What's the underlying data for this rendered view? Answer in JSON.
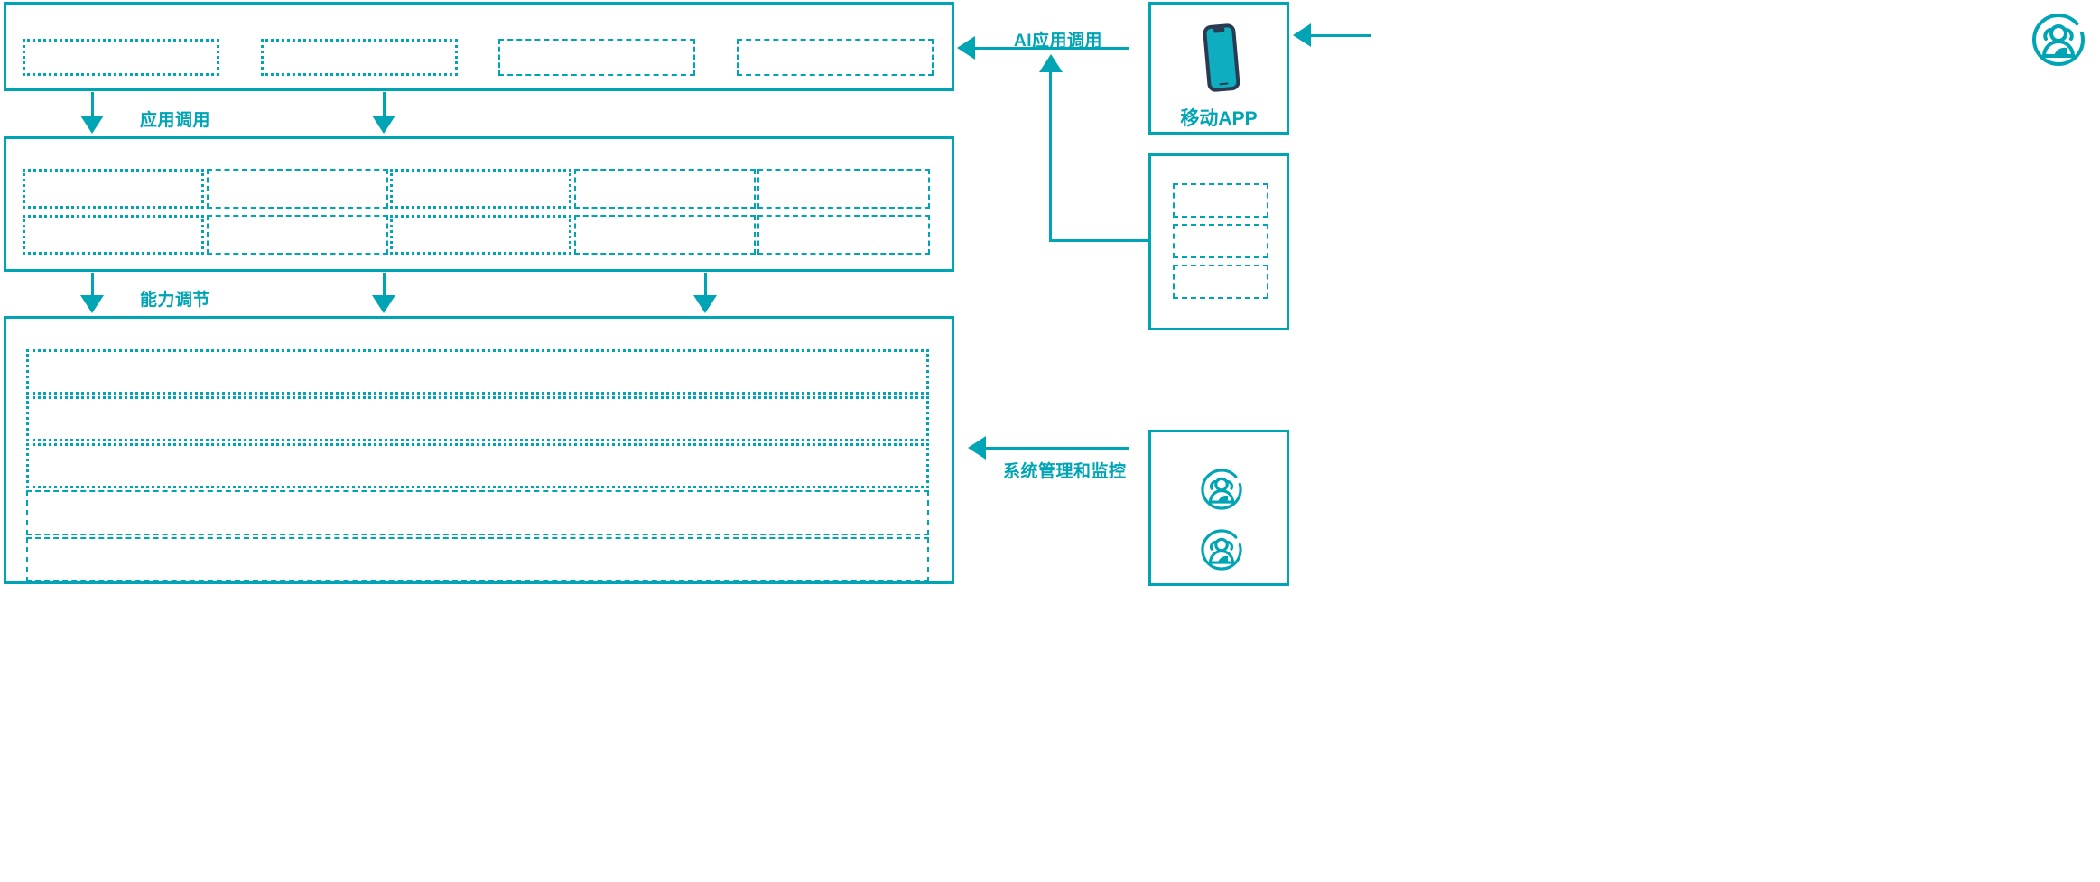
{
  "theme": {
    "accent": "#00A5B5",
    "phone_frame": "#2A3A52",
    "phone_screen": "#0EADC0",
    "background": "#FFFFFF"
  },
  "diagram": {
    "type": "architecture-layer-diagram",
    "orientation": "vertical-stack-with-right-actors"
  },
  "left_stack": {
    "application_layer": {
      "name": "application-layer-panel",
      "slots": [
        {
          "id": "app-slot-1",
          "label": ""
        },
        {
          "id": "app-slot-2",
          "label": ""
        },
        {
          "id": "app-slot-3",
          "label": ""
        },
        {
          "id": "app-slot-4",
          "label": ""
        }
      ]
    },
    "capability_layer": {
      "name": "capability-layer-panel",
      "columns": 5,
      "rows": 2,
      "slots": [
        {
          "id": "cap-slot-1-1",
          "label": ""
        },
        {
          "id": "cap-slot-1-2",
          "label": ""
        },
        {
          "id": "cap-slot-1-3",
          "label": ""
        },
        {
          "id": "cap-slot-1-4",
          "label": ""
        },
        {
          "id": "cap-slot-1-5",
          "label": ""
        },
        {
          "id": "cap-slot-2-1",
          "label": ""
        },
        {
          "id": "cap-slot-2-2",
          "label": ""
        },
        {
          "id": "cap-slot-2-3",
          "label": ""
        },
        {
          "id": "cap-slot-2-4",
          "label": ""
        },
        {
          "id": "cap-slot-2-5",
          "label": ""
        }
      ]
    },
    "platform_layer": {
      "name": "platform-layer-panel",
      "rows": 5,
      "slots": [
        {
          "id": "plat-row-1",
          "label": ""
        },
        {
          "id": "plat-row-2",
          "label": ""
        },
        {
          "id": "plat-row-3",
          "label": ""
        },
        {
          "id": "plat-row-4",
          "label": ""
        },
        {
          "id": "plat-row-5",
          "label": ""
        }
      ]
    }
  },
  "flows": {
    "app_invoke": {
      "label": "应用调用",
      "direction": "down",
      "arrow_count": 2
    },
    "capability_adjust": {
      "label": "能力调节",
      "direction": "down",
      "arrow_count": 3
    },
    "ai_app_invoke": {
      "label": "AI应用调用",
      "direction": "left"
    },
    "system_mgmt_monitor": {
      "label": "系统管理和监控",
      "direction": "left"
    }
  },
  "right_actors": {
    "mobile_app": {
      "name": "mobile-app-panel",
      "label": "移动APP",
      "icon": "mobile-phone-icon"
    },
    "channel_panel": {
      "name": "channel-panel",
      "label": "",
      "slots": [
        {
          "id": "channel-slot-1",
          "label": ""
        },
        {
          "id": "channel-slot-2",
          "label": ""
        },
        {
          "id": "channel-slot-3",
          "label": ""
        }
      ]
    },
    "operators_panel": {
      "name": "operators-panel",
      "label": "",
      "icons": [
        {
          "id": "operator-icon-1",
          "icon": "user-group-icon"
        },
        {
          "id": "operator-icon-2",
          "icon": "user-group-icon"
        }
      ]
    },
    "end_user": {
      "name": "end-user-actor",
      "label": "",
      "icon": "user-group-icon"
    }
  }
}
